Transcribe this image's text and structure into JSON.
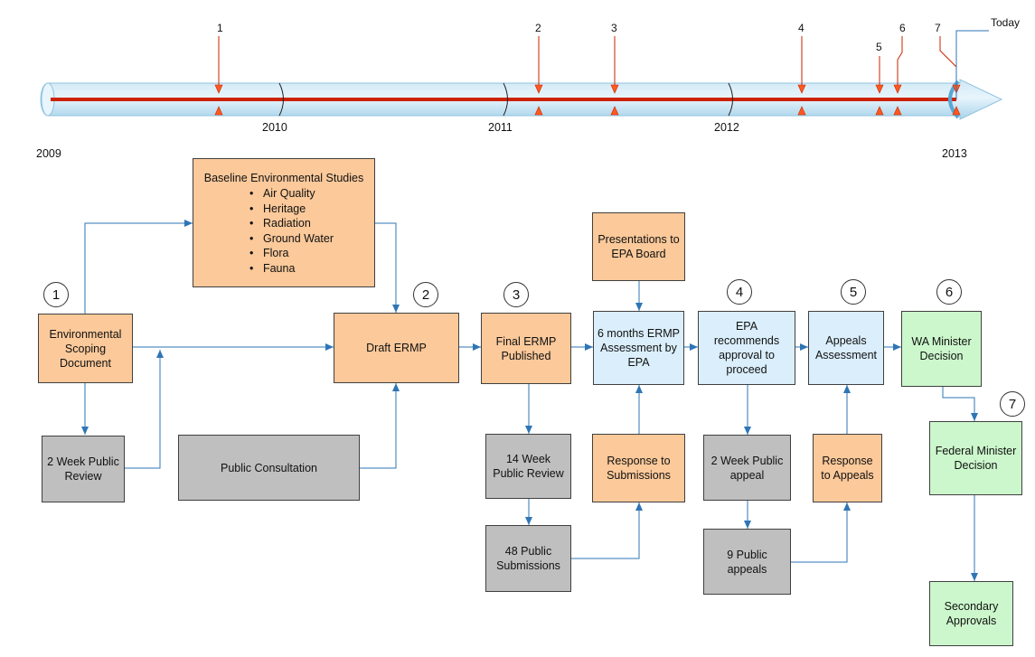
{
  "timeline": {
    "start_year": "2009",
    "years": [
      "2010",
      "2011",
      "2012",
      "2013"
    ],
    "today_label": "Today",
    "milestones": [
      "1",
      "2",
      "3",
      "4",
      "5",
      "6",
      "7"
    ]
  },
  "boxes": {
    "scoping": "Environmental Scoping Document",
    "baseline_title": "Baseline Environmental Studies",
    "baseline_items": [
      "Air Quality",
      "Heritage",
      "Radiation",
      "Ground Water",
      "Flora",
      "Fauna"
    ],
    "review_2wk": "2 Week Public Review",
    "public_consultation": "Public Consultation",
    "draft_ermp": "Draft ERMP",
    "final_ermp": "Final ERMP Published",
    "review_14wk": "14 Week Public Review",
    "submissions_48": "48 Public Submissions",
    "presentations": "Presentations to EPA Board",
    "assessment_6m": "6 months ERMP Assessment by EPA",
    "response_submissions": "Response to Submissions",
    "epa_recommends": "EPA recommends approval to proceed",
    "appeal_2wk": "2 Week Public appeal",
    "appeals_9": "9 Public appeals",
    "appeals_assessment": "Appeals Assessment",
    "response_appeals": "Response to Appeals",
    "wa_minister": "WA Minister Decision",
    "federal_minister": "Federal Minister Decision",
    "secondary": "Secondary Approvals"
  },
  "steps": [
    "1",
    "2",
    "3",
    "4",
    "5",
    "6",
    "7"
  ],
  "colors": {
    "orange": "#fbc99a",
    "blue": "#daeefb",
    "gray": "#bfbfbf",
    "green": "#ccf7cc",
    "connector": "#2e75b6",
    "marker": "#cc2200"
  }
}
